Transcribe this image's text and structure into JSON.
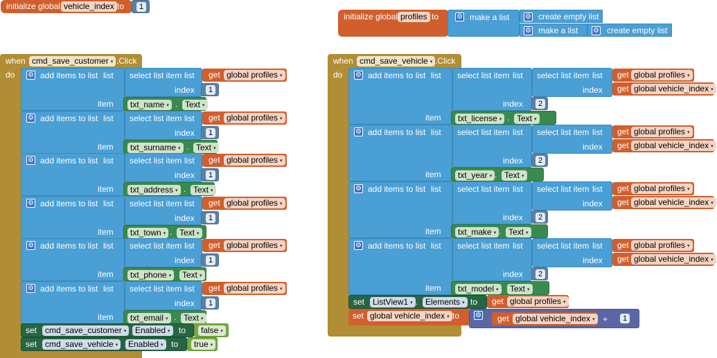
{
  "globals": {
    "vehicle_index": {
      "prefix": "initialize global",
      "name": "vehicle_index",
      "to": "to",
      "value": "1"
    },
    "profiles": {
      "prefix": "initialize global",
      "name": "profiles",
      "to": "to",
      "make_list": "make a list",
      "create_empty_1": "create empty list",
      "create_empty_2": "create empty list"
    }
  },
  "labels": {
    "when": "when",
    "do": "do",
    "click": ".Click",
    "add_items": "add items to list",
    "list": "list",
    "item": "item",
    "select_item": "select list item",
    "index": "index",
    "get": "get",
    "set": "set",
    "to": "to",
    "dot": ".",
    "dd": "▾"
  },
  "customer": {
    "component": "cmd_save_customer",
    "rows": [
      {
        "list_var": "global profiles",
        "index": "1",
        "component": "txt_name",
        "prop": "Text"
      },
      {
        "list_var": "global profiles",
        "index": "1",
        "component": "txt_surname",
        "prop": "Text"
      },
      {
        "list_var": "global profiles",
        "index": "1",
        "component": "txt_address",
        "prop": "Text"
      },
      {
        "list_var": "global profiles",
        "index": "1",
        "component": "txt_town",
        "prop": "Text"
      },
      {
        "list_var": "global profiles",
        "index": "1",
        "component": "txt_phone",
        "prop": "Text"
      },
      {
        "list_var": "global profiles",
        "index": "1",
        "component": "txt_email",
        "prop": "Text"
      }
    ],
    "set1": {
      "component": "cmd_save_customer",
      "prop": "Enabled",
      "value": "false"
    },
    "set2": {
      "component": "cmd_save_vehicle",
      "prop": "Enabled",
      "value": "true"
    }
  },
  "vehicle": {
    "component": "cmd_save_vehicle",
    "rows": [
      {
        "outer_var": "global profiles",
        "inner_var": "global vehicle_index",
        "index": "2",
        "component": "txt_license",
        "prop": "Text"
      },
      {
        "outer_var": "global profiles",
        "inner_var": "global vehicle_index",
        "index": "2",
        "component": "txt_year",
        "prop": "Text"
      },
      {
        "outer_var": "global profiles",
        "inner_var": "global vehicle_index",
        "index": "2",
        "component": "txt_make",
        "prop": "Text"
      },
      {
        "outer_var": "global profiles",
        "inner_var": "global vehicle_index",
        "index": "2",
        "component": "txt_model",
        "prop": "Text"
      }
    ],
    "set_list": {
      "component": "ListView1",
      "prop": "Elements",
      "var": "global profiles"
    },
    "set_index": {
      "var": "global vehicle_index",
      "get_var": "global vehicle_index",
      "op": "+",
      "value": "1"
    }
  },
  "colors": {
    "event": "#b18e35",
    "variable": "#d05f2d",
    "list": "#4a9fd4",
    "text": "#3a8a4f",
    "logic": "#77ab41",
    "setter": "#266643",
    "math": "#5b67a5"
  }
}
